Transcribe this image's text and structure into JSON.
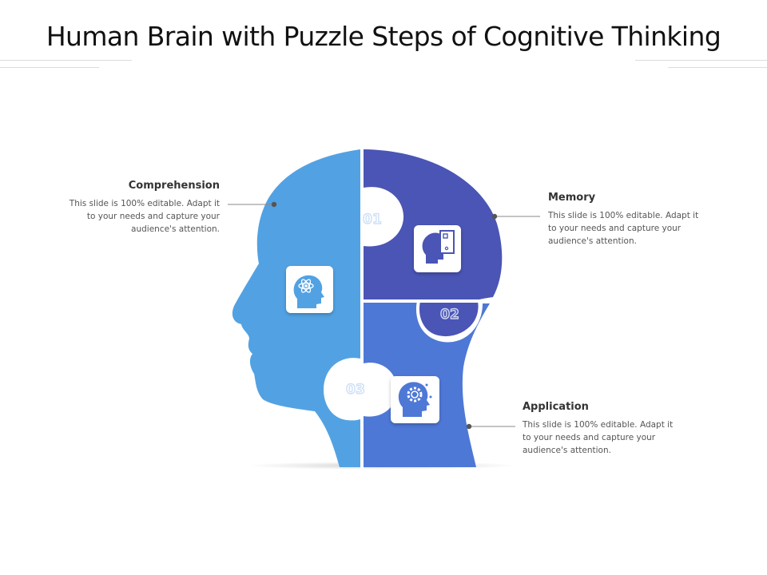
{
  "title": "Human Brain with Puzzle Steps of Cognitive Thinking",
  "colors": {
    "step1": "#52A2E3",
    "step2": "#4A55B5",
    "step3": "#4E78D6"
  },
  "steps": [
    {
      "number": "01",
      "heading": "Comprehension",
      "text": "This slide is 100% editable. Adapt it to your needs and capture your audience's attention.",
      "icon": "head-atom-icon"
    },
    {
      "number": "02",
      "heading": "Memory",
      "text": "This slide is 100% editable. Adapt it to your needs and capture your audience's attention.",
      "icon": "head-memory-card-icon"
    },
    {
      "number": "03",
      "heading": "Application",
      "text": "This slide is 100% editable. Adapt it to your needs and capture your audience's attention.",
      "icon": "head-gear-icon"
    }
  ]
}
